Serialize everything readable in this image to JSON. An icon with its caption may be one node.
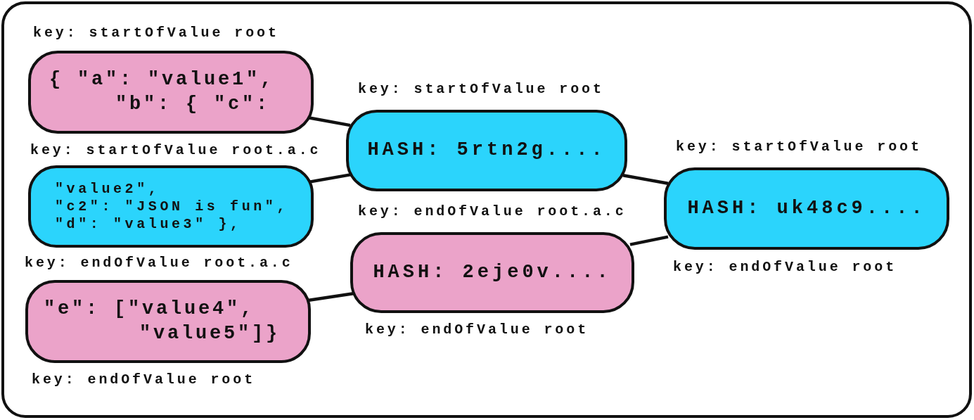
{
  "diagram": {
    "nodes": [
      {
        "text": [],
        "shape": "box"
      },
      {
        "text": [
          "{ \"a\": \"value1\",",
          "\"b\": { \"c\":"
        ],
        "in": 0,
        "beside": [
          "key: startOfValue root"
        ]
      },
      {
        "text": [
          "\"value2\",",
          "\"c2\": \"JSON is fun\",",
          "\"d\": \"value3\" },"
        ],
        "in": 0,
        "beside": [
          "key: startOfValue root.a.c"
        ]
      },
      {
        "text": [
          "\"e\": [\"value4\",",
          "\"value5\"]}"
        ],
        "in": 0,
        "beside": [
          "key: endOfValue root.a.c",
          "key: endOfValue root"
        ]
      },
      {
        "text": [
          "HASH: 5rtn2g...."
        ],
        "in": 0,
        "beside": [
          "key: startOfValue root"
        ]
      },
      {
        "text": [
          "HASH: 2eje0v...."
        ],
        "in": 0,
        "beside": [
          "key: endOfValue root.a.c",
          "key: endOfValue root"
        ]
      },
      {
        "text": [
          "HASH: uk48c9...."
        ],
        "in": 0,
        "beside": [
          "key: startOfValue root",
          "key: endOfValue root"
        ]
      }
    ],
    "edges": [
      {
        "from": 1,
        "to": 4,
        "arrow": "none"
      },
      {
        "from": 2,
        "to": 4,
        "arrow": "none"
      },
      {
        "from": 3,
        "to": 5,
        "arrow": "none"
      },
      {
        "from": 4,
        "to": 6,
        "arrow": "none"
      },
      {
        "from": 5,
        "to": 6,
        "arrow": "none"
      }
    ]
  }
}
